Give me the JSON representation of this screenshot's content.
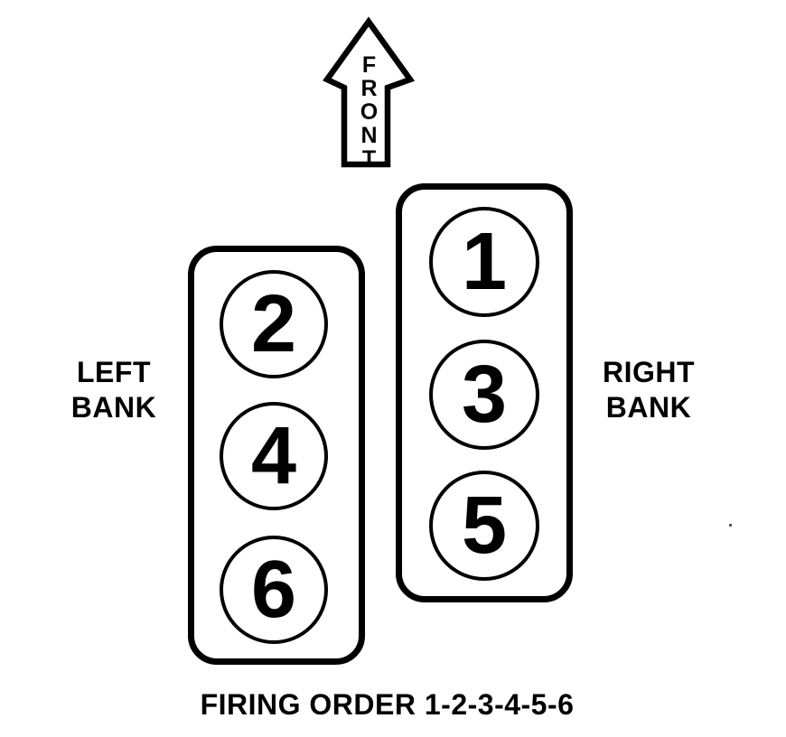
{
  "diagram": {
    "front_arrow": {
      "label": "FRONT"
    },
    "left_bank": {
      "label_lines": [
        "LEFT",
        "BANK"
      ],
      "cylinders": [
        "2",
        "4",
        "6"
      ]
    },
    "right_bank": {
      "label_lines": [
        "RIGHT",
        "BANK"
      ],
      "cylinders": [
        "1",
        "3",
        "5"
      ]
    },
    "caption": "FIRING ORDER 1-2-3-4-5-6",
    "firing_order": "1-2-3-4-5-6",
    "colors": {
      "ink": "#000000",
      "background": "#ffffff"
    }
  }
}
